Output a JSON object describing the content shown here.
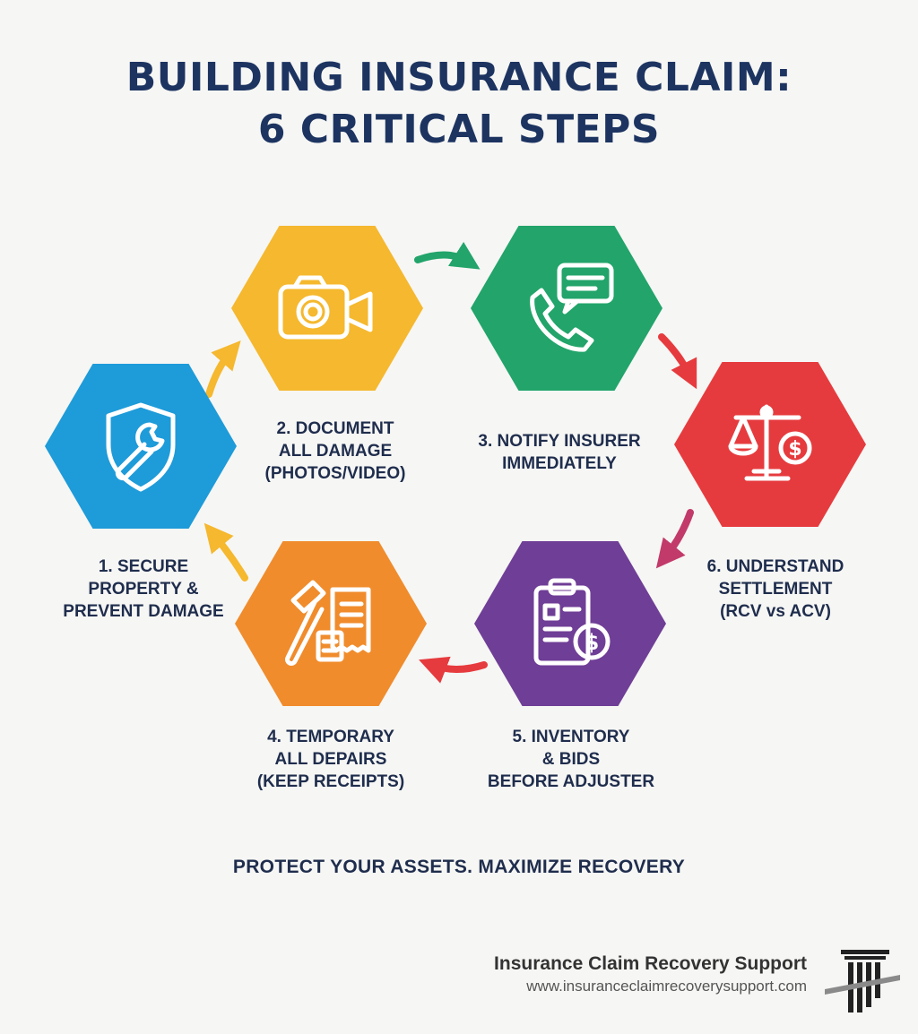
{
  "title": {
    "line1": "BUILDING INSURANCE CLAIM:",
    "line2": "6 CRITICAL STEPS"
  },
  "steps": [
    {
      "lines": [
        "1. SECURE",
        "PROPERTY &",
        "PREVENT DAMAGE"
      ],
      "color": "#1e9bd9",
      "icon": "shield-wrench-icon"
    },
    {
      "lines": [
        "2. DOCUMENT",
        "ALL DAMAGE",
        "(PHOTOS/VIDEO)"
      ],
      "color": "#f5b82e",
      "icon": "camera-video-icon"
    },
    {
      "lines": [
        "3. NOTIFY INSURER",
        "IMMEDIATELY"
      ],
      "color": "#22a46a",
      "icon": "phone-chat-icon"
    },
    {
      "lines": [
        "4. TEMPORARY",
        "ALL DEPAIRS",
        "(KEEP RECEIPTS)"
      ],
      "color": "#f08c2c",
      "icon": "hammer-receipt-icon"
    },
    {
      "lines": [
        "5. INVENTORY",
        "& BIDS",
        "BEFORE ADJUSTER"
      ],
      "color": "#6f3e96",
      "icon": "clipboard-dollar-icon"
    },
    {
      "lines": [
        "6. UNDERSTAND",
        "SETTLEMENT",
        "(RCV vs ACV)"
      ],
      "color": "#e63b3e",
      "icon": "scale-dollar-icon"
    }
  ],
  "tagline": "PROTECT YOUR ASSETS. MAXIMIZE RECOVERY",
  "footer": {
    "name": "Insurance Claim Recovery Support",
    "url": "www.insuranceclaimrecoverysupport.com",
    "logo_icon": "column-logo-icon"
  },
  "colors": {
    "title": "#1d3461",
    "arrow_yellow": "#f5b82e",
    "arrow_green": "#22a46a",
    "arrow_red": "#e63b3e",
    "arrow_magenta": "#c23a6a"
  }
}
